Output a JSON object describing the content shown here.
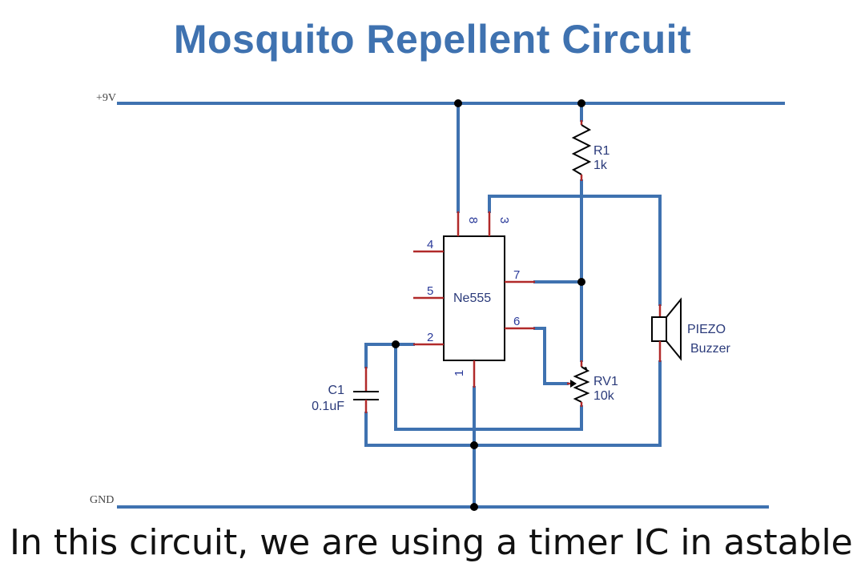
{
  "title": "Mosquito Repellent Circuit",
  "rails": {
    "vcc": "+9V",
    "gnd": "GND"
  },
  "ic": {
    "name": "Ne555",
    "pins": {
      "p8": "8",
      "p3": "3",
      "p4": "4",
      "p5": "5",
      "p7": "7",
      "p2": "2",
      "p6": "6",
      "p1": "1"
    }
  },
  "r1": {
    "ref": "R1",
    "value": "1k"
  },
  "rv1": {
    "ref": "RV1",
    "value": "10k"
  },
  "c1": {
    "ref": "C1",
    "value": "0.1uF"
  },
  "buzzer": {
    "line1": "PIEZO",
    "line2": "Buzzer"
  },
  "caption": "In this circuit, we are using a timer IC in astable"
}
